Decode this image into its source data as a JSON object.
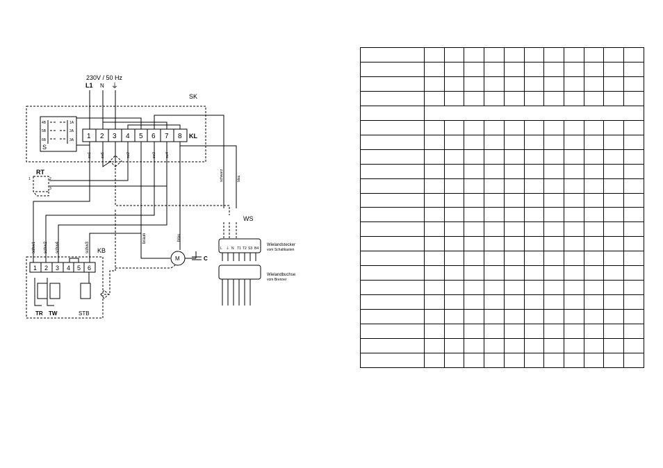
{
  "supply": {
    "voltage": "230V / 50 Hz",
    "l1": "L1",
    "n": "N",
    "pe": "⏚"
  },
  "labels": {
    "sk": "SK",
    "kl": "KL",
    "rt": "RT",
    "kb": "KB",
    "ws": "WS",
    "m": "M",
    "c": "C",
    "s": "S",
    "tr": "TR",
    "tw": "TW",
    "stb": "STB",
    "ws_plug": "Wielandstecker",
    "ws_plug_sub": "vom Schaltkasten",
    "ws_socket": "Wielandbuchse",
    "ws_socket_sub": "vom Brenner"
  },
  "kl_terminals": [
    "1",
    "2",
    "3",
    "4",
    "5",
    "6",
    "7",
    "8"
  ],
  "kb_terminals": [
    "1",
    "2",
    "3",
    "4",
    "5",
    "6"
  ],
  "s_switch": [
    "4B",
    "1A",
    "5B",
    "2A",
    "6B",
    "3A"
  ],
  "rt_pins": [
    "1",
    "2",
    "3"
  ],
  "wire_labels": {
    "sk1": "sw1",
    "sk2": "sw5",
    "sk4": "sw2",
    "sk6": "sw3",
    "sk7": "sw4",
    "schw1": "schw1",
    "schw2": "schw2",
    "schw4": "schw4",
    "schw3": "schw3",
    "braun": "braun",
    "blau": "blau",
    "schwarz": "schwarz",
    "blau2": "blau"
  },
  "ws_pins": [
    "L",
    "⏚",
    "N",
    "T1",
    "T2",
    "S3",
    "B4"
  ],
  "table": {
    "rows": 22,
    "cols": 12,
    "merged_row": 5
  }
}
